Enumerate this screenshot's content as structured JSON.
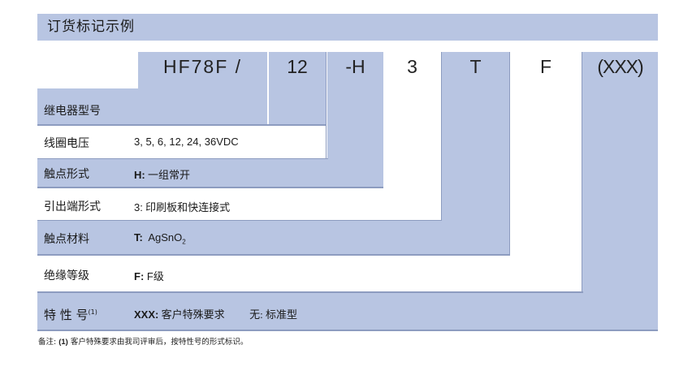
{
  "title": "订货标记示例",
  "code_parts": [
    "HF78F /",
    "12",
    "-H",
    "3",
    "T",
    "F",
    "(XXX)"
  ],
  "rows": [
    {
      "label": "继电器型号",
      "key": "",
      "text": ""
    },
    {
      "label": "线圈电压",
      "key": "",
      "text": "3, 5, 6, 12, 24, 36VDC"
    },
    {
      "label": "触点形式",
      "key": "H:",
      "text": " 一组常开"
    },
    {
      "label": "引出端形式",
      "key": "3:",
      "text": " 印刷板和快连接式"
    },
    {
      "label": "触点材料",
      "key": "T:",
      "text": "  AgSnO",
      "sub": "2"
    },
    {
      "label": "绝缘等级",
      "key": "F:",
      "text": " F级"
    },
    {
      "label": "特 性 号",
      "sup": "(1)",
      "key": "XXX:",
      "text": " 客户特殊要求",
      "key2": "无:",
      "text2": " 标准型"
    }
  ],
  "note": {
    "prefix": "备注:",
    "num": "(1)",
    "text": " 客户特殊要求由我司评审后，按特性号的形式标识。"
  },
  "colors": {
    "blue": "#b8c5e2",
    "white": "#ffffff"
  }
}
